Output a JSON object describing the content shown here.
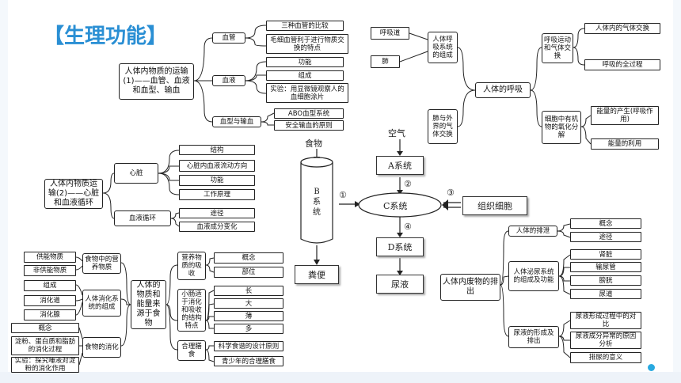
{
  "title": "【生理功能】",
  "section1": {
    "root": "人体内物质的运输(1)——血管、血液和血型、输血",
    "vessel": "血管",
    "vessel_items": [
      "三种血管的比较",
      "毛细血管利于进行物质交换的特点"
    ],
    "blood": "血液",
    "blood_items": [
      "功能",
      "组成",
      "实验：用显微镜观察人的血细胞涂片"
    ],
    "bloodtype": "血型与输血",
    "bloodtype_items": [
      "ABO血型系统",
      "安全输血的原则"
    ]
  },
  "section2": {
    "root": "人体内物质运输(2)——心脏和血液循环",
    "heart": "心脏",
    "heart_items": [
      "结构",
      "心脏内血液流动方向",
      "功能",
      "工作原理"
    ],
    "circulation": "血液循环",
    "circulation_items": [
      "途径",
      "血液成分变化"
    ]
  },
  "section3": {
    "root": "人体的物质和能量来源于食物",
    "food_nutrients": "食物中的营养物质",
    "food_items": [
      "供能物质",
      "非供能物质"
    ],
    "digestive": "人体消化系统的组成",
    "digestive_items": [
      "组成",
      "消化道",
      "消化腺"
    ],
    "digestion": "食物的消化",
    "digestion_items": [
      "概念",
      "淀粉、蛋白质和脂肪的消化过程",
      "实验：探究唾液对淀粉的消化作用"
    ],
    "organ_absorb": "营养物质的吸收",
    "organ_items": [
      "概念",
      "部位"
    ],
    "intestine": "小肠适于消化和吸收的结构特点",
    "intestine_items": [
      "长",
      "大",
      "薄",
      "多"
    ],
    "diet": "合理膳食",
    "diet_items": [
      "科学食谱的设计原则",
      "青少年的合理膳食"
    ]
  },
  "section4": {
    "root": "人体的呼吸",
    "system": "人体呼吸系统的组成",
    "system_items": [
      "呼吸道",
      "肺"
    ],
    "exchange": "肺与外界的气体交换",
    "breath_motion": "呼吸运动和气体交换",
    "breath_items": [
      "人体内的气体交换",
      "呼吸的全过程"
    ],
    "oxidation": "细胞中有机物的氧化分解",
    "oxidation_items": [
      "能量的产生(呼吸作用)",
      "能量的利用"
    ]
  },
  "section5": {
    "root": "人体内废物的排出",
    "excretion": "人体的排泄",
    "excretion_items": [
      "概念",
      "途径"
    ],
    "urinary": "人体泌尿系统的组成及功能",
    "urinary_items": [
      "肾脏",
      "输尿管",
      "膀胱",
      "尿道"
    ],
    "urine": "尿液的形成及排出",
    "urine_items": [
      "尿液形成过程中的对比",
      "尿液成分异常的原因分析",
      "排尿的意义"
    ]
  },
  "center": {
    "food": "食物",
    "air": "空气",
    "b_system": "B系统",
    "a_system": "A系统",
    "c_system": "C系统",
    "d_system": "D系统",
    "tissue": "组织细胞",
    "feces": "粪便",
    "urine": "尿液",
    "n1": "①",
    "n2": "②",
    "n3": "③",
    "n4": "④"
  }
}
